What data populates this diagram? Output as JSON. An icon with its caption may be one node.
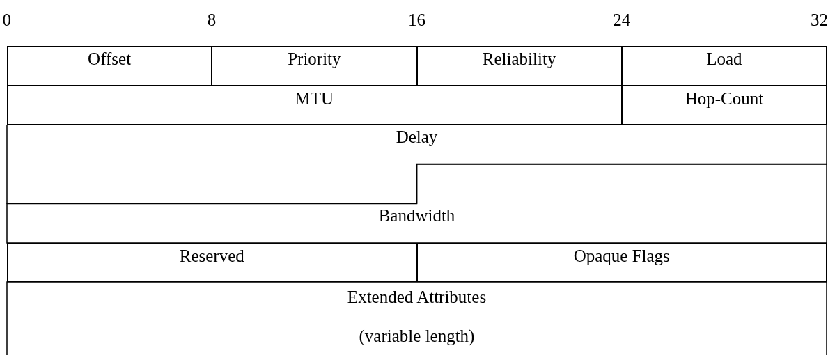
{
  "diagram": {
    "nodes": [
      {
        "text": [
          "Offset"
        ]
      },
      {
        "text": [
          "Priority"
        ]
      },
      {
        "text": [
          "Reliability"
        ]
      },
      {
        "text": [
          "Load"
        ]
      },
      {
        "text": [
          "MTU"
        ]
      },
      {
        "text": [
          "Hop-Count"
        ]
      },
      {
        "text": [
          "Delay"
        ]
      },
      {
        "text": [
          "Bandwidth"
        ]
      },
      {
        "text": [
          "Reserved"
        ]
      },
      {
        "text": [
          "Opaque Flags"
        ]
      },
      {
        "text": [
          "Extended Attributes",
          "(variable length)"
        ]
      }
    ],
    "labels": [
      "0",
      "8",
      "16",
      "24",
      "32"
    ]
  }
}
